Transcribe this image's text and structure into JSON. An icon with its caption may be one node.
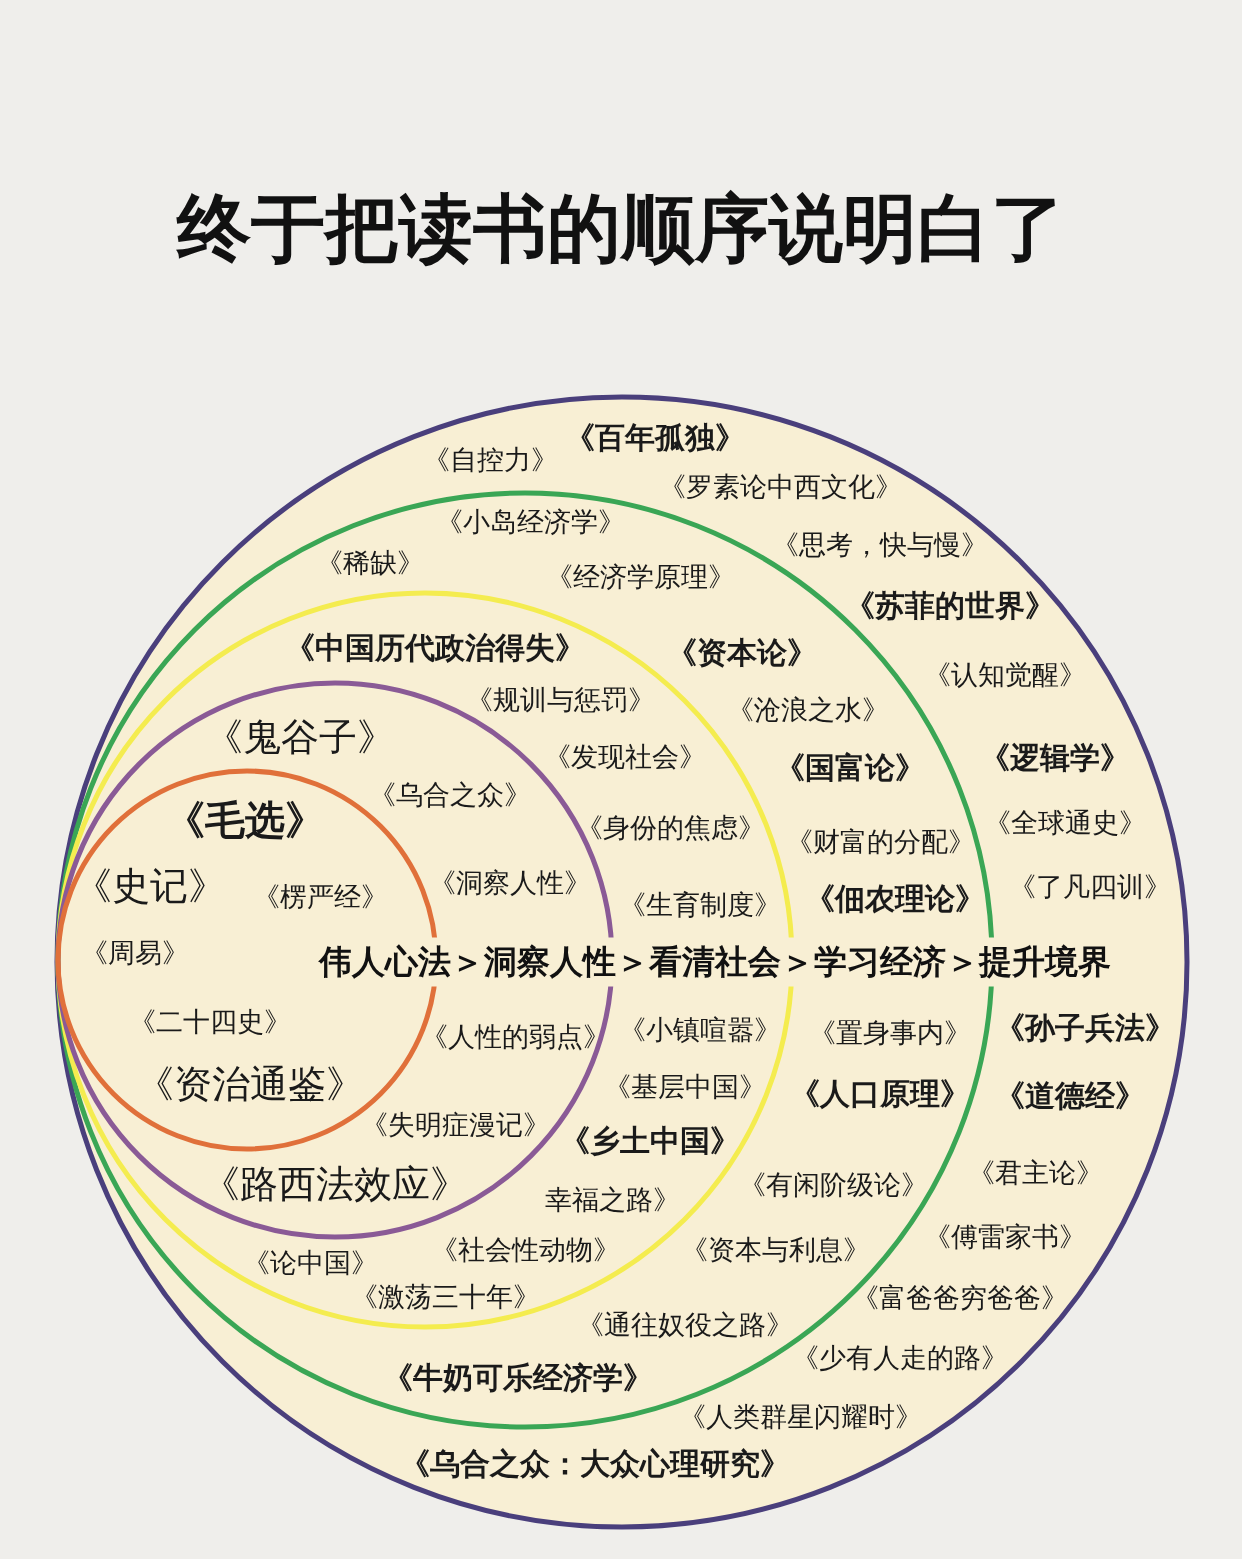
{
  "diagram": {
    "title": "终于把读书的顺序说明白了",
    "nodes": [
      {
        "text": [
          "《百年孤独》",
          "《自控力》",
          "《罗素论中西文化》",
          "《思考，快与慢》",
          "《苏菲的世界》",
          "《认知觉醒》",
          "《逻辑学》",
          "《全球通史》",
          "《了凡四训》",
          "《孙子兵法》",
          "《道德经》",
          "《君主论》",
          "《傅雷家书》",
          "《富爸爸穷爸爸》",
          "《少有人走的路》",
          "《人类群星闪耀时》",
          "《乌合之众：大众心理研究》"
        ]
      },
      {
        "text": [
          "《小岛经济学》",
          "《稀缺》",
          "《经济学原理》",
          "《资本论》",
          "《沧浪之水》",
          "《国富论》",
          "《财富的分配》",
          "《佃农理论》",
          "《置身事内》",
          "《人口原理》",
          "《有闲阶级论》",
          "《资本与利息》",
          "《通往奴役之路》",
          "《牛奶可乐经济学》"
        ],
        "in": 0
      },
      {
        "text": [
          "《中国历代政治得失》",
          "《规训与惩罚》",
          "《发现社会》",
          "《身份的焦虑》",
          "《生育制度》",
          "《小镇喧嚣》",
          "《基层中国》",
          "《乡土中国》",
          "幸福之路》",
          "《社会性动物》",
          "《论中国》",
          "《激荡三十年》"
        ],
        "in": 1
      },
      {
        "text": [
          "《鬼谷子》",
          "《乌合之众》",
          "《洞察人性》",
          "《人性的弱点》",
          "《失明症漫记》",
          "《路西法效应》"
        ],
        "in": 2
      },
      {
        "text": [
          "《毛选》",
          "《史记》",
          "《楞严经》",
          "《周易》",
          "《二十四史》",
          "《资治通鉴》"
        ],
        "in": 3
      }
    ],
    "labels": [
      "伟人心法＞洞察人性＞看清社会＞学习经济＞提升境界"
    ]
  }
}
